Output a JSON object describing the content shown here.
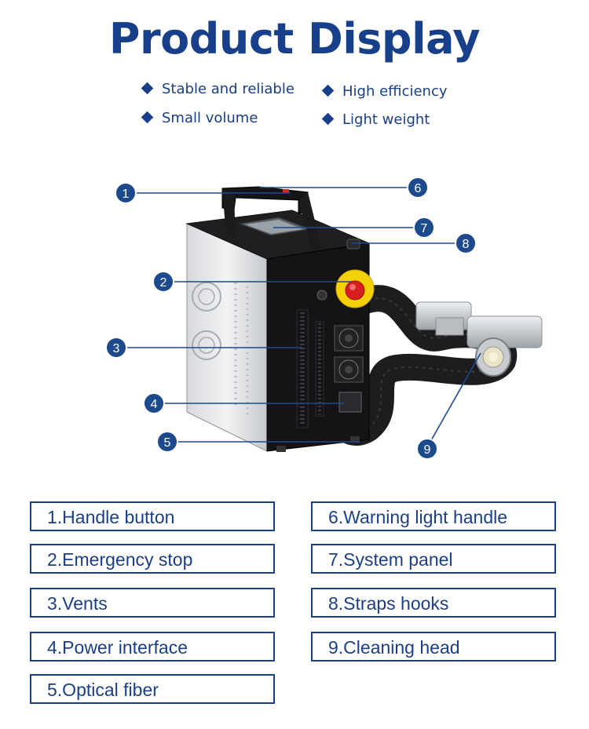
{
  "header": {
    "title": "Product Display"
  },
  "features": [
    "Stable and reliable",
    "High efficiency",
    "Small volume",
    "Light weight"
  ],
  "callout_numbers": [
    "1",
    "2",
    "3",
    "4",
    "5",
    "6",
    "7",
    "8",
    "9"
  ],
  "labels": [
    "1.Handle button",
    "2.Emergency stop",
    "3.Vents",
    "4.Power interface",
    "5.Optical fiber",
    "6.Warning light handle",
    "7.System panel",
    "8.Straps hooks",
    "9.Cleaning head"
  ],
  "colors": {
    "brand": "#173f8a",
    "callout": "#1c4a8c",
    "emergency": "#d81f1f",
    "warning": "#f5d10a"
  }
}
